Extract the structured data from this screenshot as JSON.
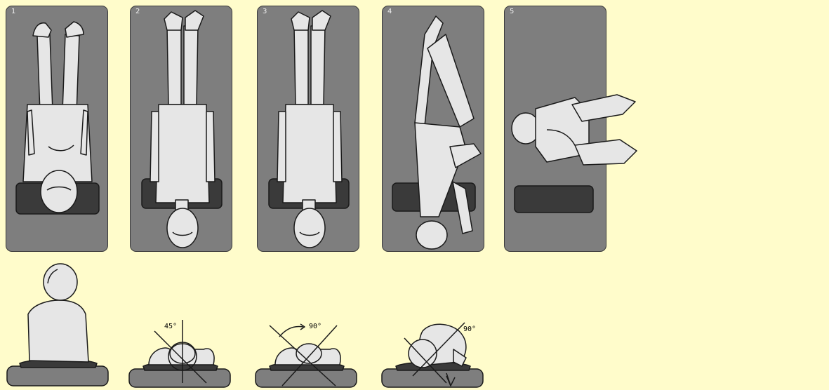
{
  "panels": [
    {
      "number": "1"
    },
    {
      "number": "2"
    },
    {
      "number": "3"
    },
    {
      "number": "4"
    },
    {
      "number": "5"
    }
  ],
  "side_views": [
    {
      "angle_label": ""
    },
    {
      "angle_label": "45°"
    },
    {
      "angle_label": "90°"
    },
    {
      "angle_label": "90°"
    }
  ],
  "colors": {
    "background": "#fffccb",
    "panel": "#7e7e7e",
    "figure": "#e6e6e6",
    "pillow": "#3a3a3a",
    "outline": "#1a1a1a"
  }
}
